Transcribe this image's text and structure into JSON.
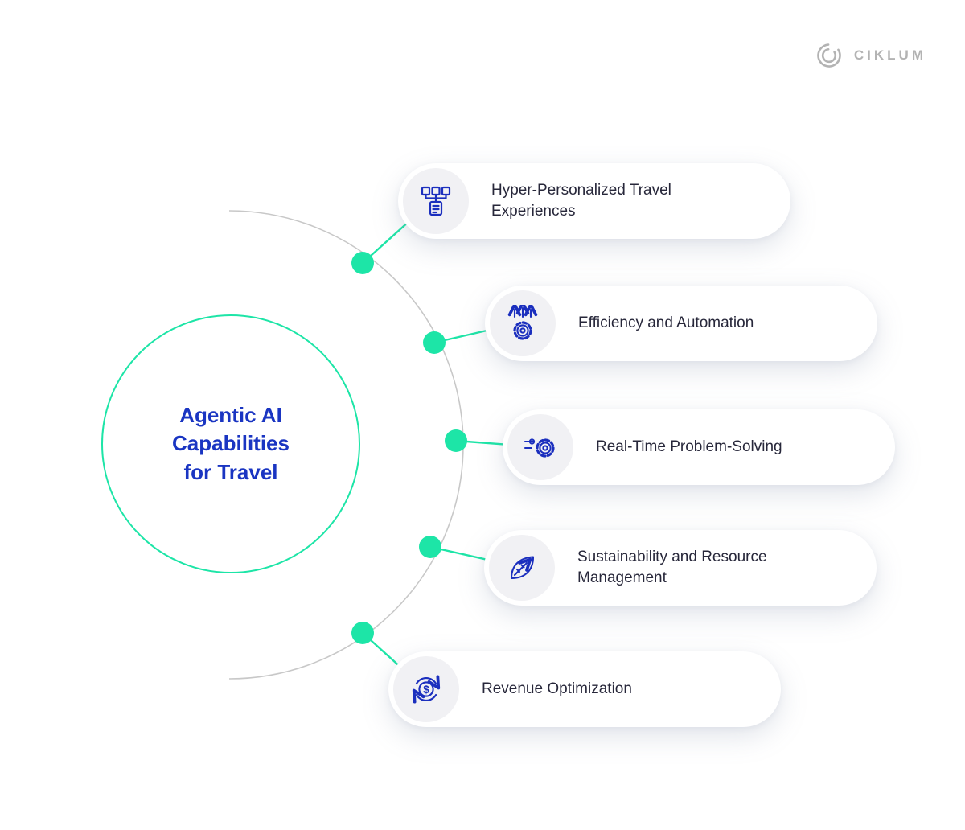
{
  "brand": {
    "name": "CIKLUM",
    "logo_icon": "ciklum-c-logo"
  },
  "center": {
    "line1": "Agentic AI",
    "line2": "Capabilities",
    "line3": "for Travel"
  },
  "items": [
    {
      "label": "Hyper-Personalized Travel Experiences",
      "icon": "sitemap-icon"
    },
    {
      "label": "Efficiency and Automation",
      "icon": "gear-up-arrows-icon"
    },
    {
      "label": "Real-Time Problem-Solving",
      "icon": "gear-sliders-icon"
    },
    {
      "label": "Sustainability and Resource Management",
      "icon": "leaf-arrow-icon"
    },
    {
      "label": "Revenue Optimization",
      "icon": "dollar-refresh-icon"
    }
  ],
  "colors": {
    "accent_teal": "#1DE5A7",
    "brand_blue": "#1A35C2",
    "icon_blue": "#1B2FBE",
    "label_text": "#27273A",
    "arc_gray": "#C8C8C8",
    "icon_bg": "#F1F1F4",
    "logo_gray": "#B3B3B3"
  }
}
